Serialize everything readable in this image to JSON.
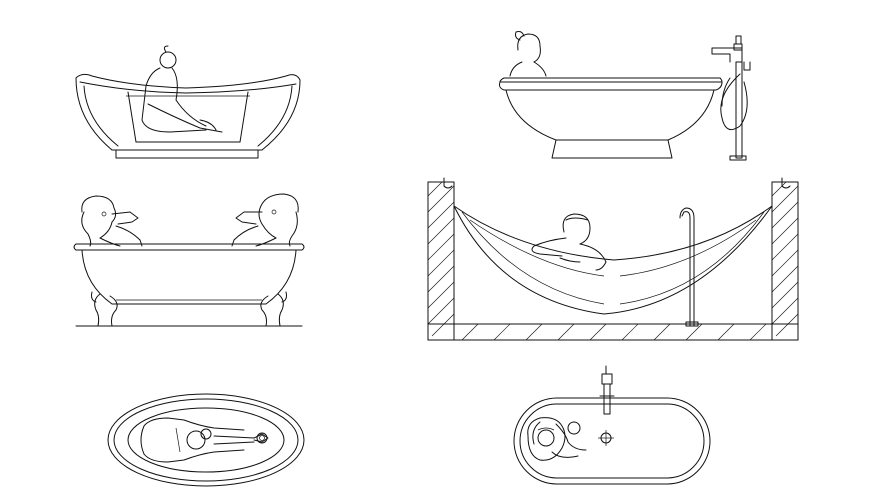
{
  "drawing": {
    "background": "#ffffff",
    "line_color": "#111111",
    "views": [
      {
        "id": "hammock-tub-elevation",
        "icon": "bathtub-with-bather-icon"
      },
      {
        "id": "freestanding-tub-elevation",
        "icon": "bathtub-with-bather-icon"
      },
      {
        "id": "clawfoot-tub-elevation",
        "icon": "bathtub-two-bathers-icon"
      },
      {
        "id": "hammock-bath-section",
        "icon": "hammock-bath-icon"
      },
      {
        "id": "oval-tub-plan",
        "icon": "bathtub-plan-icon"
      },
      {
        "id": "capsule-tub-plan",
        "icon": "bathtub-plan-icon"
      }
    ]
  }
}
